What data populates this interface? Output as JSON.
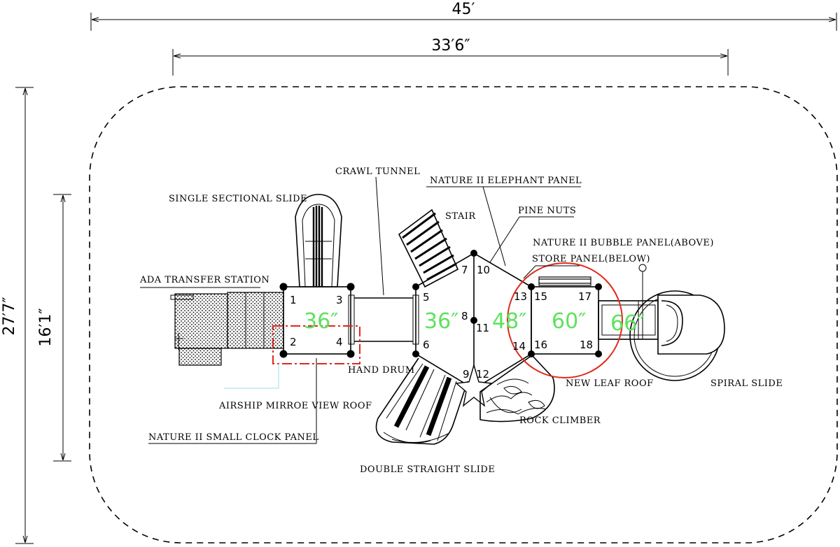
{
  "dimensions": {
    "overall_width": "45′",
    "inner_width": "33′6″",
    "overall_depth": "27′7″",
    "inner_depth": "16′1″"
  },
  "labels": {
    "crawl_tunnel": "CRAWL TUNNEL",
    "elephant_panel": "NATURE II ELEPHANT PANEL",
    "single_slide": "SINGLE SECTIONAL SLIDE",
    "stair": "STAIR",
    "pine_nuts": "PINE NUTS",
    "bubble_panel": "NATURE II BUBBLE PANEL(ABOVE)",
    "store_panel": "STORE PANEL(BELOW)",
    "ada_station": "ADA TRANSFER STATION",
    "hand_drum": "HAND DRUM",
    "new_leaf_roof": "NEW LEAF ROOF",
    "spiral_slide": "SPIRAL SLIDE",
    "airship_roof": "AIRSHIP MIRROE VIEW ROOF",
    "rock_climber": "ROCK CLIMBER",
    "clock_panel": "NATURE II SMALL CLOCK PANEL",
    "double_slide": "DOUBLE STRAIGHT SLIDE"
  },
  "deck_heights": {
    "deck_a": "36″",
    "deck_b": "36″",
    "deck_c": "48″",
    "deck_d": "60″",
    "deck_e": "66″"
  },
  "post_numbers": [
    "1",
    "2",
    "3",
    "4",
    "5",
    "6",
    "7",
    "8",
    "9",
    "10",
    "11",
    "12",
    "13",
    "14",
    "15",
    "16",
    "17",
    "18"
  ],
  "colors": {
    "height_text": "#5ee25e",
    "highlight": "#e0281e",
    "line": "#000000"
  }
}
